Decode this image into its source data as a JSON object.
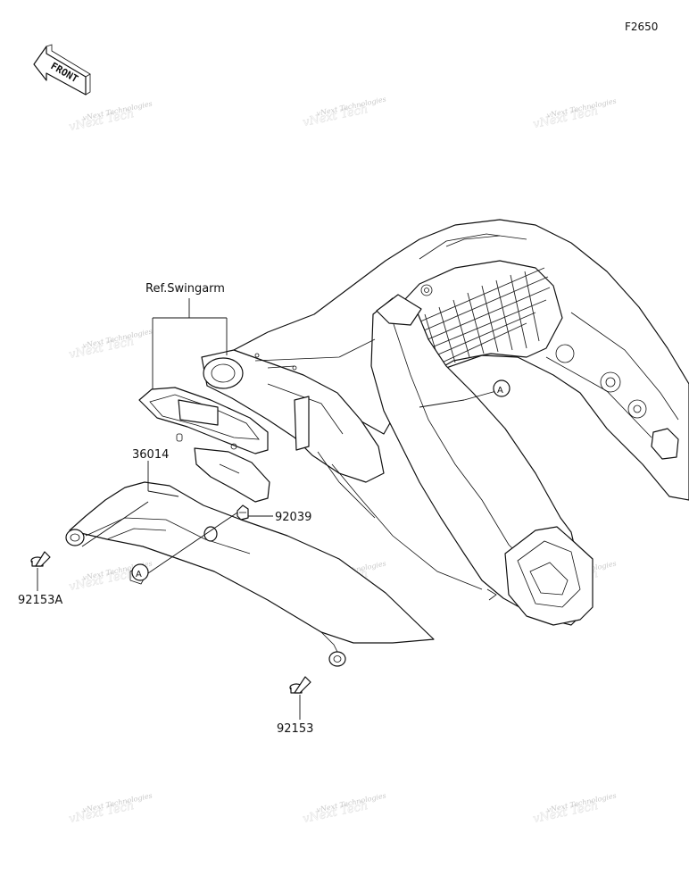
{
  "figure_id": "F2650",
  "front_badge": "FRONT",
  "ref_label": "Ref.Swingarm",
  "callout_letter": "A",
  "parts": [
    {
      "id": "36014"
    },
    {
      "id": "92039"
    },
    {
      "id": "92153A"
    },
    {
      "id": "92153"
    }
  ],
  "watermark": {
    "text": "vNext Technologies"
  },
  "colors": {
    "line": "#111111",
    "watermark": "#c9c9c9",
    "mesh": "#222222"
  }
}
